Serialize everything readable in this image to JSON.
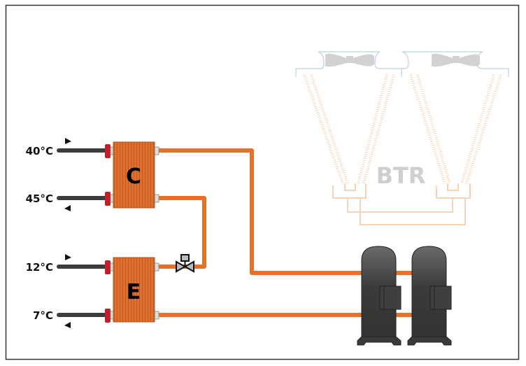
{
  "diagram": {
    "condenser": {
      "label": "C",
      "inlet_temp": "40°C",
      "outlet_temp": "45°C"
    },
    "evaporator": {
      "label": "E",
      "inlet_temp": "12°C",
      "outlet_temp": "7°C"
    },
    "dry_cooler": {
      "label": "BTR"
    },
    "icons": [
      "expansion-valve-icon",
      "compressor-icon",
      "fan-icon",
      "heat-exchanger-icon"
    ],
    "colors": {
      "refrigerant_pipe": "#e8712a",
      "water_pipe": "#3c3c3c",
      "heat_exchanger": "#e07030",
      "cap": "#c0202a",
      "compressor": "#3a3a3a",
      "faded_coil": "#f8d3b5",
      "faded_housing": "#c9d8ea"
    }
  }
}
